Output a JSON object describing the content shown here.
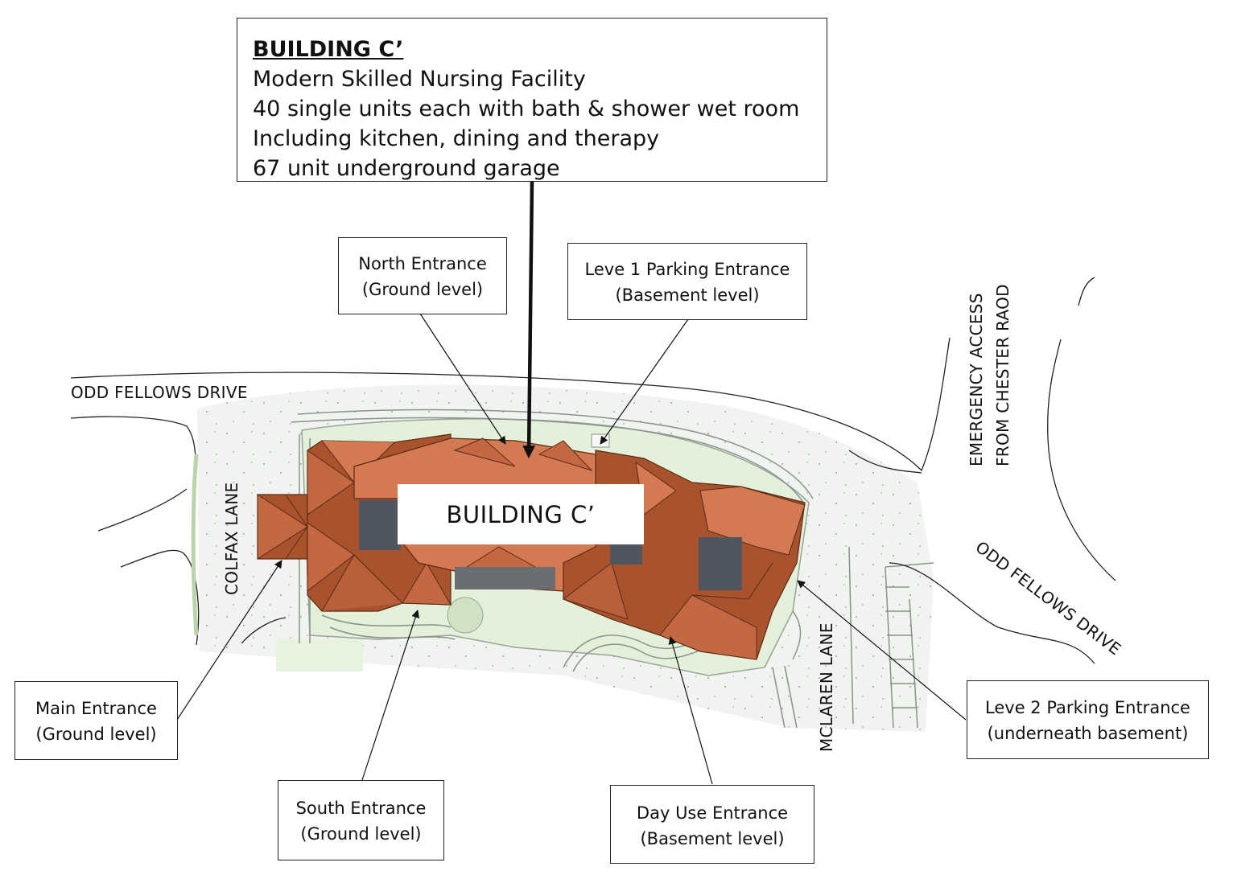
{
  "building": {
    "title": "BUILDING C’",
    "lines": [
      "Modern Skilled Nursing Facility",
      "40 single units each with bath & shower wet room",
      "Including kitchen, dining and therapy",
      "67 unit underground garage"
    ],
    "plate": "BUILDING C’"
  },
  "entrances": {
    "north": {
      "name": "North Entrance",
      "level": "(Ground level)"
    },
    "level1": {
      "name": "Leve 1 Parking Entrance",
      "level": "(Basement level)"
    },
    "main": {
      "name": "Main Entrance",
      "level": "(Ground level)"
    },
    "south": {
      "name": "South Entrance",
      "level": "(Ground level)"
    },
    "dayuse": {
      "name": "Day Use Entrance",
      "level": "(Basement level)"
    },
    "level2": {
      "name": "Leve 2 Parking Entrance",
      "level": "(underneath basement)"
    }
  },
  "streets": {
    "odd_fellows_west": "ODD FELLOWS DRIVE",
    "odd_fellows_east": "ODD FELLOWS DRIVE",
    "colfax": "COLFAX  LANE",
    "mclaren": "MCLAREN LANE",
    "emergency_1": "EMERGENCY ACCESS",
    "emergency_2": "FROM CHESTER RAOD"
  },
  "colors": {
    "roof": "#d47a52",
    "roof_dark": "#a8532e",
    "lawn": "#e3f0da",
    "courtyard": "#4f5660"
  }
}
